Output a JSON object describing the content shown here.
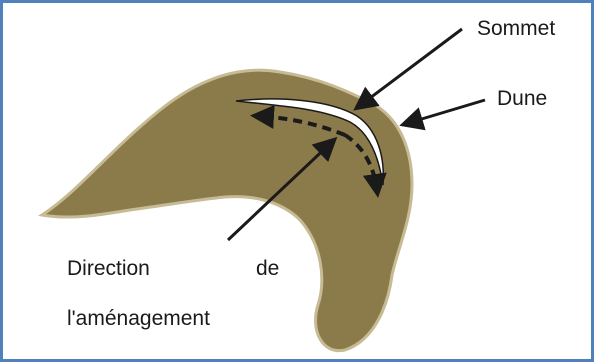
{
  "labels": {
    "sommet": "Sommet",
    "dune": "Dune",
    "direction": "Direction",
    "de": "de",
    "amenagement": "l'aménagement"
  },
  "colors": {
    "dune_fill": "#8c7b4a",
    "dune_outline": "#c6bb95",
    "crest": "#ffffff",
    "arrows": "#1a1a1a",
    "frame": "#4f81bd"
  }
}
